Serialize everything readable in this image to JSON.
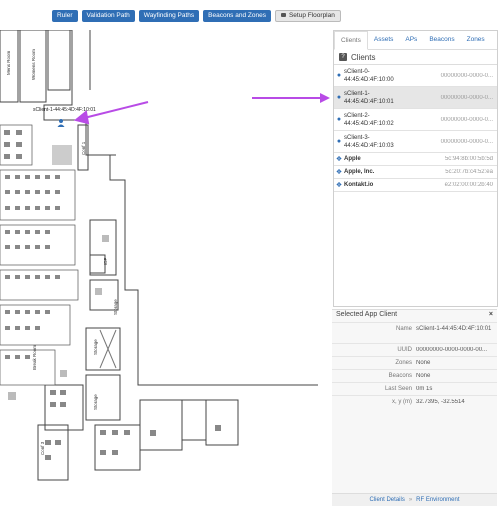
{
  "toolbar": {
    "ruler": "Ruler",
    "validation_path": "Validation Path",
    "wayfinding_paths": "Wayfinding Paths",
    "beacons_zones": "Beacons and Zones",
    "setup_floorplan": "Setup Floorplan"
  },
  "map": {
    "client_label": "sClient-1-44:45:4D:4F:10:01",
    "room_labels": {
      "mens": "Mens Room",
      "womens": "Womens Room",
      "conf1": "Conf 1",
      "idf": "IDF",
      "storage1": "Storage",
      "storage2": "Storage",
      "storage3": "Storage",
      "break": "Break Room",
      "conf3": "Conf 3"
    }
  },
  "panel": {
    "tabs": [
      "Clients",
      "Assets",
      "APs",
      "Beacons",
      "Zones"
    ],
    "section_icon": "?",
    "section_title": "Clients",
    "clients": [
      {
        "name": "sClient-0-44:45:4D:4F:10:00",
        "id": "00000000-0000-0...",
        "icon": "person-icon"
      },
      {
        "name": "sClient-1-44:45:4D:4F:10:01",
        "id": "00000000-0000-0...",
        "icon": "person-icon"
      },
      {
        "name": "sClient-2-44:45:4D:4F:10:02",
        "id": "00000000-0000-0...",
        "icon": "person-icon"
      },
      {
        "name": "sClient-3-44:45:4D:4F:10:03",
        "id": "00000000-0000-0...",
        "icon": "person-icon"
      }
    ],
    "beacons": [
      {
        "name": "Apple",
        "id": "5c:94:8b:00:5b:5d",
        "icon": "bluetooth-icon"
      },
      {
        "name": "Apple, Inc.",
        "id": "5c:20:7b:c4:52:ea",
        "icon": "bluetooth-icon"
      },
      {
        "name": "Kontakt.io",
        "id": "e2:02:00:00:2b:40",
        "icon": "bluetooth-icon"
      }
    ]
  },
  "selected": {
    "title": "Selected App Client",
    "close": "×",
    "fields": {
      "name_label": "Name",
      "name_value": "sClient-1-44:45:4D:4F:10:01",
      "uuid_label": "UUID",
      "uuid_value": "00000000-0000-0000-00...",
      "zones_label": "Zones",
      "zones_value": "None",
      "beacons_label": "Beacons",
      "beacons_value": "None",
      "lastseen_label": "Last Seen",
      "lastseen_value": "0m 1s",
      "xy_label": "x, y (m)",
      "xy_value": "32.7395, -32.5514"
    },
    "footer": {
      "details": "Client Details",
      "sep": "»",
      "rf": "RF Environment"
    }
  },
  "colors": {
    "accent": "#2f6eb5",
    "arrow": "#b84be6"
  }
}
